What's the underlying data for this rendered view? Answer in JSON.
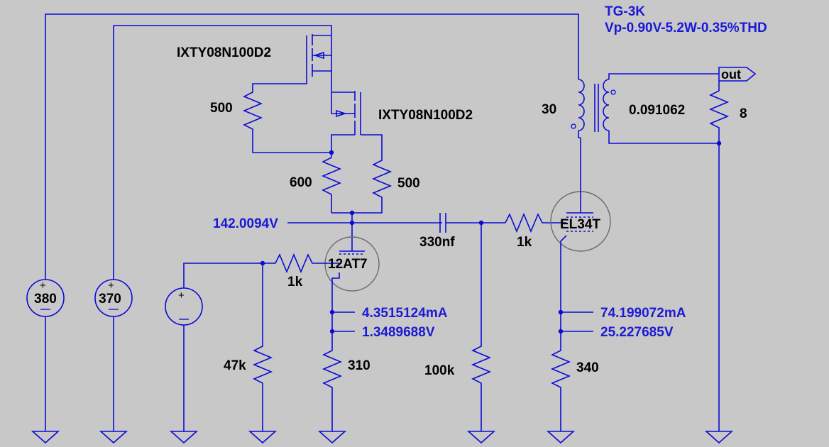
{
  "title": {
    "line1": "TG-3K",
    "line2": "Vp-0.90V-5.2W-0.35%THD"
  },
  "components": {
    "mosfet1": "IXTY08N100D2",
    "mosfet2": "IXTY08N100D2",
    "r_gate1": "500",
    "r_600": "600",
    "r_500b": "500",
    "r_grid_v1": "1k",
    "r_grid_leak": "47k",
    "r_cathode_v1": "310",
    "cap_coupling": "330nf",
    "r_grid_v2": "1k",
    "r_grid_leak2": "100k",
    "r_cathode_v2": "340",
    "tube_v1": "12AT7",
    "tube_v2": "EL34T",
    "xfmr_primary": "30",
    "xfmr_ratio": "0.091062",
    "r_load": "8",
    "supply1": "380",
    "supply2": "370",
    "out_port": "out"
  },
  "readings": {
    "plate_v1": "142.0094V",
    "i_v1": "4.3515124mA",
    "vk_v1": "1.3489688V",
    "i_v2": "74.199072mA",
    "vk_v2": "25.227685V"
  },
  "colors": {
    "background": "#c8c8c8",
    "wire": "#0a0ad8",
    "text": "#000000",
    "sim_text": "#1a1ad6"
  }
}
